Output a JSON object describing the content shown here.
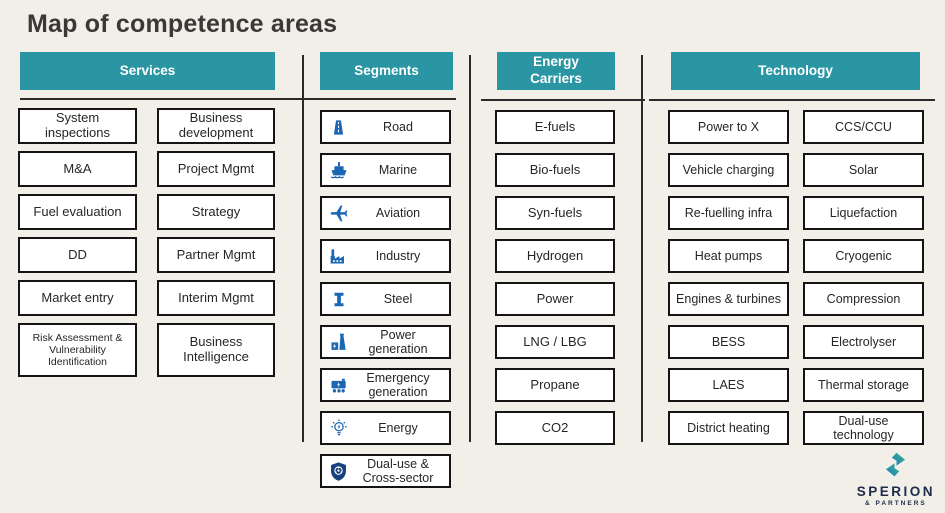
{
  "title": "Map of competence areas",
  "columns": {
    "services": {
      "header": "Services",
      "left": [
        "System inspections",
        "M&A",
        "Fuel evaluation",
        "DD",
        "Market entry",
        "Risk Assessment & Vulnerability Identification"
      ],
      "right": [
        "Business development",
        "Project Mgmt",
        "Strategy",
        "Partner Mgmt",
        "Interim Mgmt",
        "Business Intelligence"
      ]
    },
    "segments": {
      "header": "Segments",
      "items": [
        {
          "label": "Road",
          "icon": "road-icon"
        },
        {
          "label": "Marine",
          "icon": "ship-icon"
        },
        {
          "label": "Aviation",
          "icon": "plane-icon"
        },
        {
          "label": "Industry",
          "icon": "factory-icon"
        },
        {
          "label": "Steel",
          "icon": "steel-beam-icon"
        },
        {
          "label": "Power generation",
          "icon": "power-plant-icon"
        },
        {
          "label": "Emergency generation",
          "icon": "generator-icon"
        },
        {
          "label": "Energy",
          "icon": "lightbulb-icon"
        },
        {
          "label": "Dual-use & Cross-sector",
          "icon": "shield-icon"
        }
      ]
    },
    "energy_carriers": {
      "header": "Energy Carriers",
      "items": [
        "E-fuels",
        "Bio-fuels",
        "Syn-fuels",
        "Hydrogen",
        "Power",
        "LNG / LBG",
        "Propane",
        "CO2"
      ]
    },
    "technology": {
      "header": "Technology",
      "left": [
        "Power to X",
        "Vehicle charging",
        "Re-fuelling infra",
        "Heat pumps",
        "Engines & turbines",
        "BESS",
        "LAES",
        "District heating"
      ],
      "right": [
        "CCS/CCU",
        "Solar",
        "Liquefaction",
        "Cryogenic",
        "Compression",
        "Electrolyser",
        "Thermal storage",
        "Dual-use technology"
      ]
    }
  },
  "logo": {
    "name": "SPERION",
    "subtitle": "& PARTNERS",
    "mark": "sperion-logo-icon"
  },
  "colors": {
    "teal": "#2A95A3",
    "background": "#F2EFE9",
    "icon_blue": "#1B67B4",
    "shield_navy": "#17417E",
    "logo_navy": "#1C2B4A",
    "logo_green": "#3BB287",
    "logo_blue": "#1E7EC2"
  }
}
